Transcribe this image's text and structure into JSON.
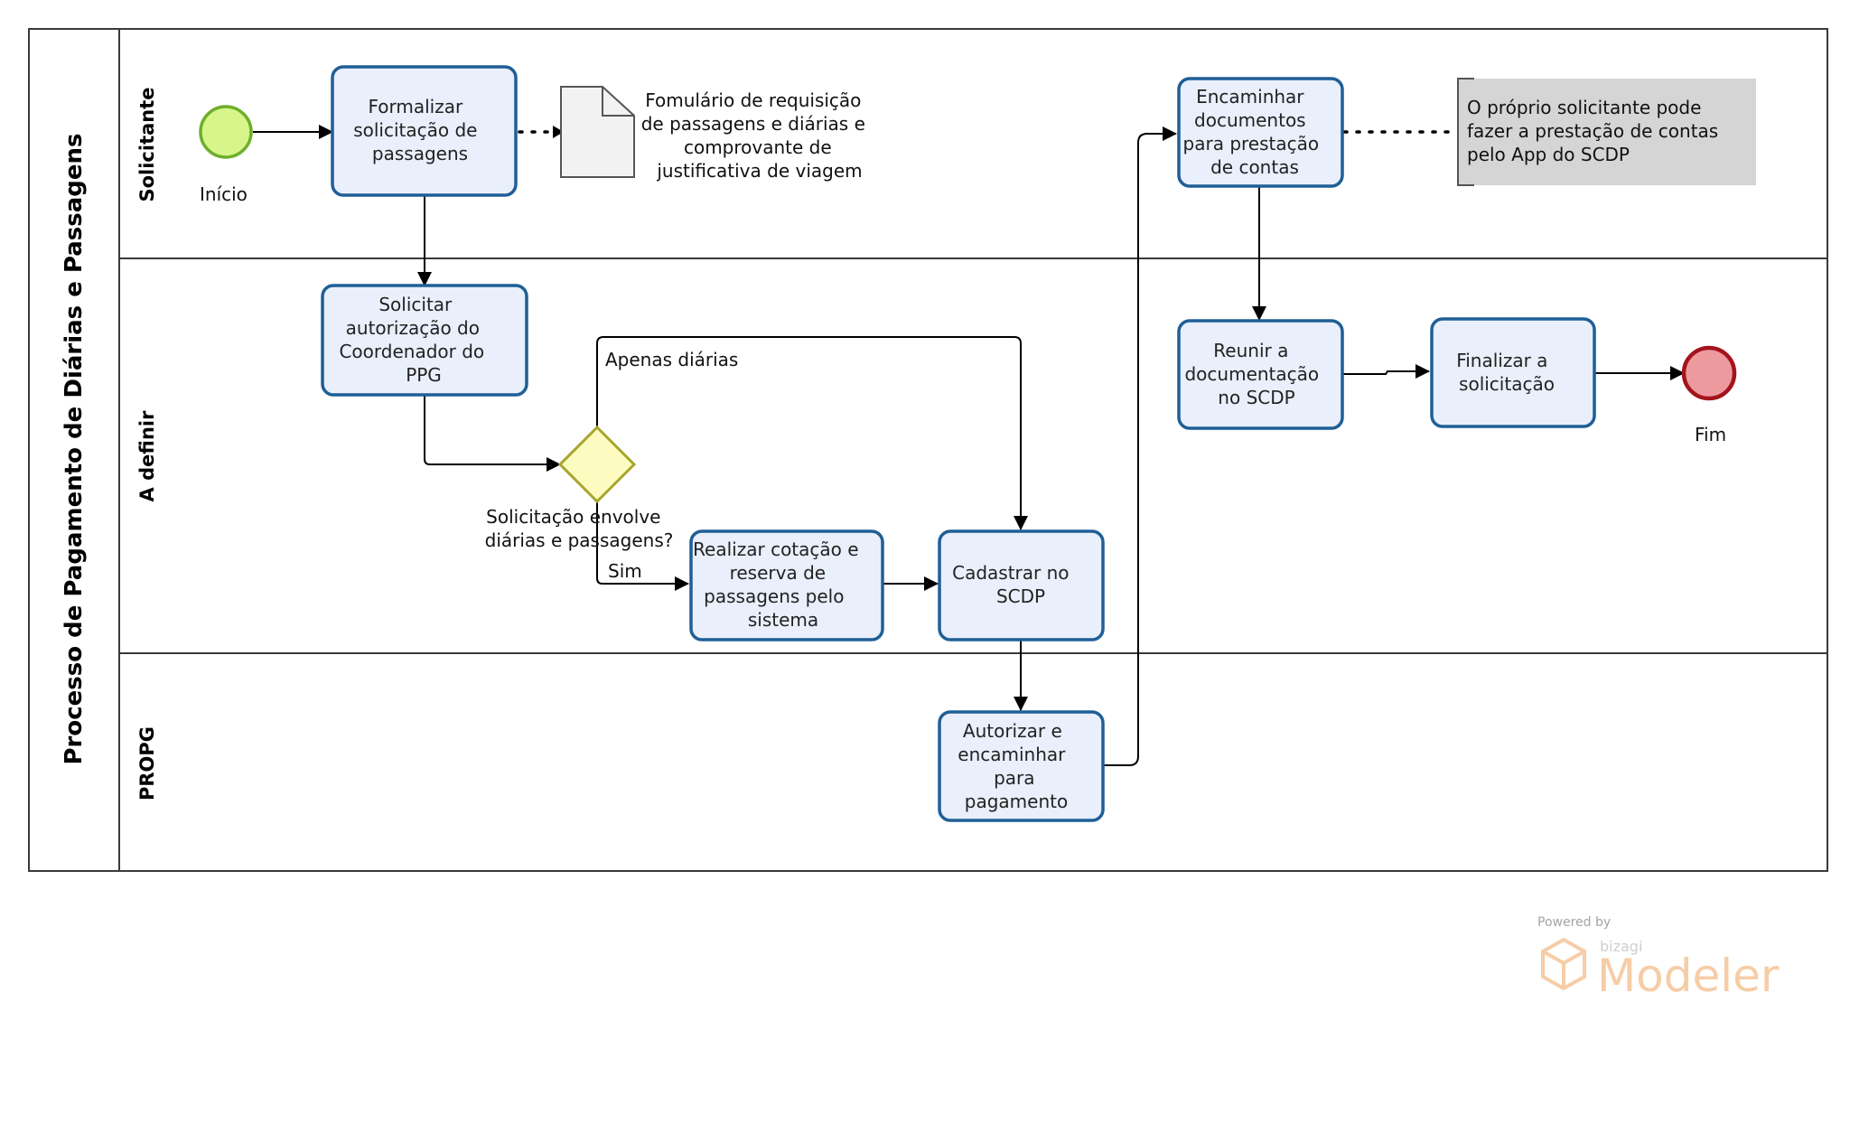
{
  "pool": {
    "title": "Processo de Pagamento de Diárias e Passagens"
  },
  "lanes": [
    {
      "label": "Solicitante"
    },
    {
      "label": "A definir"
    },
    {
      "label": "PROPG"
    }
  ],
  "events": {
    "start": "Início",
    "end": "Fim"
  },
  "tasks": {
    "formalizar": [
      "Formalizar",
      "solicitação de",
      "passagens"
    ],
    "solicitar": [
      "Solicitar",
      "autorização do",
      "Coordenador do",
      "PPG"
    ],
    "realizar": [
      "Realizar cotação e",
      "reserva de",
      "passagens pelo",
      "sistema"
    ],
    "cadastrar": [
      "Cadastrar no",
      "SCDP"
    ],
    "autorizar": [
      "Autorizar e",
      "encaminhar",
      "para",
      "pagamento"
    ],
    "encaminhar": [
      "Encaminhar",
      "documentos",
      "para prestação",
      "de contas"
    ],
    "reunir": [
      "Reunir a",
      "documentação",
      "no SCDP"
    ],
    "finalizar": [
      "Finalizar a",
      "solicitação"
    ]
  },
  "gateway": {
    "question": [
      "Solicitação envolve",
      "diárias e passagens?"
    ],
    "branch_only_daily": "Apenas diárias",
    "branch_yes": "Sim"
  },
  "artifacts": {
    "document": [
      "Fomulário de requisição",
      "de passagens e diárias e",
      "comprovante de",
      "justificativa de viagem"
    ],
    "annotation": [
      "O próprio solicitante pode",
      "fazer a prestação de contas",
      "pelo App do SCDP"
    ]
  },
  "watermark": {
    "powered": "Powered by",
    "brand": "bizagi",
    "product": "Modeler"
  },
  "colors": {
    "task_fill": "#e9effb",
    "task_stroke": "#1f5f96",
    "start_fill": "#d6f58a",
    "start_stroke": "#6fae2a",
    "end_fill": "#ec9a9e",
    "end_stroke": "#a3141c",
    "gateway_fill": "#fdfcc0",
    "gateway_stroke": "#a7a52d",
    "annotation_fill": "#d5d5d5",
    "watermark": "#f6c89d"
  }
}
